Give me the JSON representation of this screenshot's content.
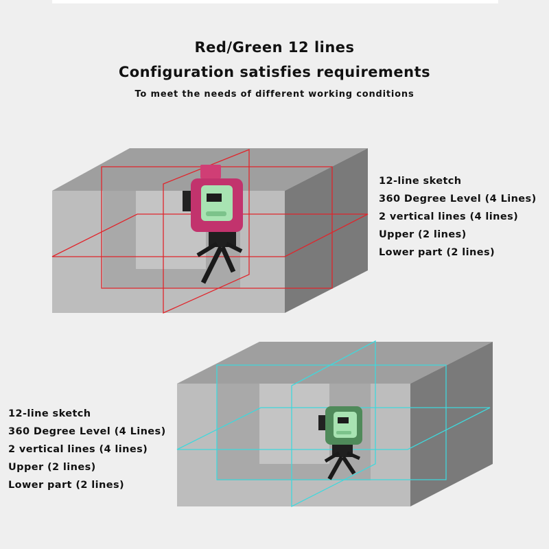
{
  "headline": {
    "title": "Red/Green 12 lines",
    "subtitle": "Configuration satisfies requirements",
    "tagline": "To meet the needs of different working conditions"
  },
  "red_panel": {
    "laser_color": "#e0252b",
    "device_color": "#c2336d",
    "specs": [
      "12-line sketch",
      "360 Degree Level (4 Lines)",
      "2 vertical lines (4 lines)",
      "Upper (2 lines)",
      "Lower part (2 lines)"
    ]
  },
  "green_panel": {
    "laser_color": "#3fd8dc",
    "device_color": "#4f8a5a",
    "specs": [
      "12-line sketch",
      "360 Degree Level (4 Lines)",
      "2 vertical lines (4 lines)",
      "Upper (2 lines)",
      "Lower part (2 lines)"
    ]
  },
  "colors": {
    "background": "#efefef",
    "box_top": "#9f9f9f",
    "box_side": "#7a7a7a",
    "box_back": "#b7b7b7",
    "box_front": "#bdbdbd"
  }
}
